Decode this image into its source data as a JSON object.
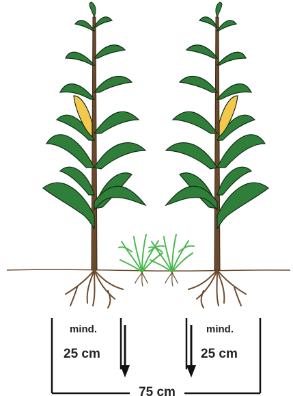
{
  "labels": {
    "left_mind": "mind.",
    "left_depth": "25 cm",
    "right_mind": "mind.",
    "right_depth": "25 cm",
    "row_spacing": "75 cm"
  },
  "colors": {
    "leaf": "#2f7f3a",
    "leaf_outline": "#0f2a14",
    "stalk": "#6b4a2c",
    "cob": "#f2c94c",
    "weed": "#49b84d",
    "root": "#6b4a2c",
    "ground": "#6b4a2c",
    "ink": "#111111"
  },
  "icons": {
    "plant": "corn-plant-icon",
    "weed": "weed-seedling-icon",
    "arrow": "arrow-down-icon"
  }
}
